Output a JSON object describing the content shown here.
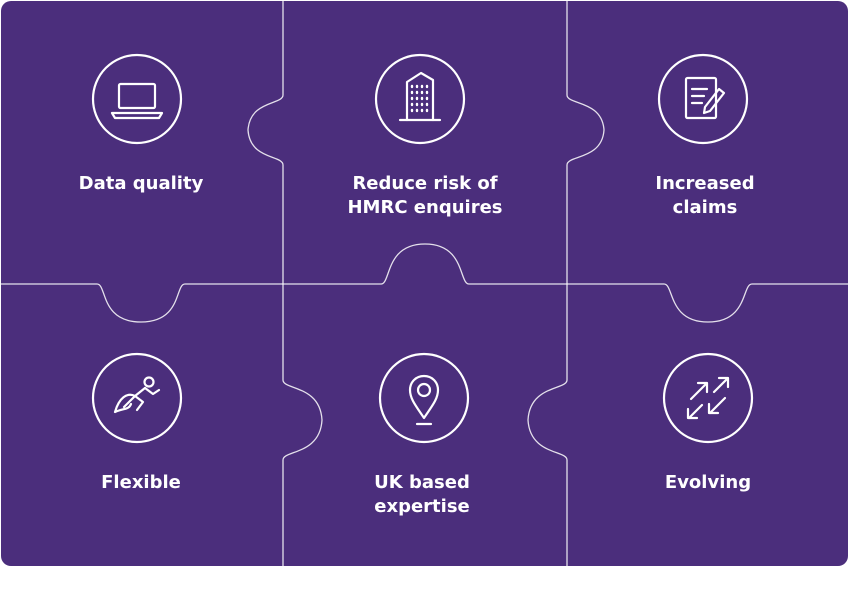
{
  "colors": {
    "background": "#4b2e7c",
    "lines": "#ffffff"
  },
  "pieces": [
    {
      "label": "Data quality",
      "icon": "laptop-icon"
    },
    {
      "label": "Reduce risk of\nHMRC enquires",
      "icon": "office-building-icon"
    },
    {
      "label": "Increased\nclaims",
      "icon": "document-edit-icon"
    },
    {
      "label": "Flexible",
      "icon": "superhero-flying-icon"
    },
    {
      "label": "UK based\nexpertise",
      "icon": "location-pin-icon"
    },
    {
      "label": "Evolving",
      "icon": "expand-arrows-icon"
    }
  ]
}
